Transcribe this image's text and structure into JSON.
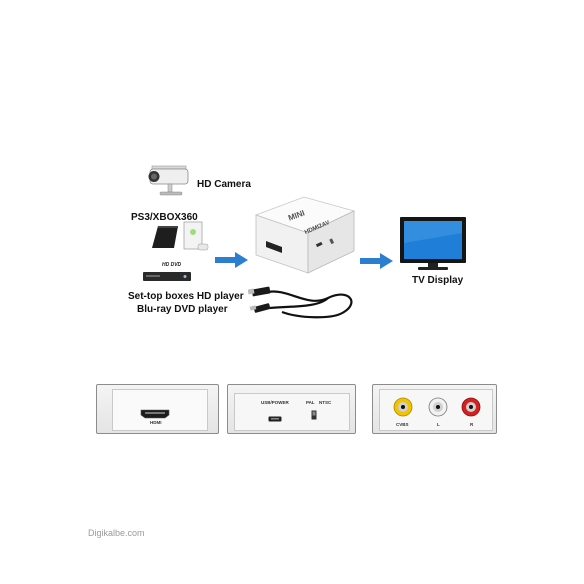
{
  "sources": {
    "hd_camera": "HD Camera",
    "console": "PS3/XBOX360",
    "settop_line1": "Set-top boxes HD player",
    "settop_line2": "Blu-ray DVD player"
  },
  "device": {
    "brand": "MINI",
    "model": "HDMI2AV"
  },
  "output": {
    "tv_display": "TV Display"
  },
  "panels": {
    "hdmi_port": "HDMI",
    "usb_power": "USB/POWER",
    "pal": "PAL",
    "ntsc": "NTSC",
    "cvbs": "CVBS",
    "left": "L",
    "right": "R"
  },
  "dvd_logo": "HD DVD",
  "watermark": "Digikalbe.com",
  "colors": {
    "arrow": "#2c7fd0",
    "tv_screen": "#1f7fd8",
    "rca_yellow": "#f2c300",
    "rca_white": "#f2f2f2",
    "rca_red": "#d42020"
  }
}
